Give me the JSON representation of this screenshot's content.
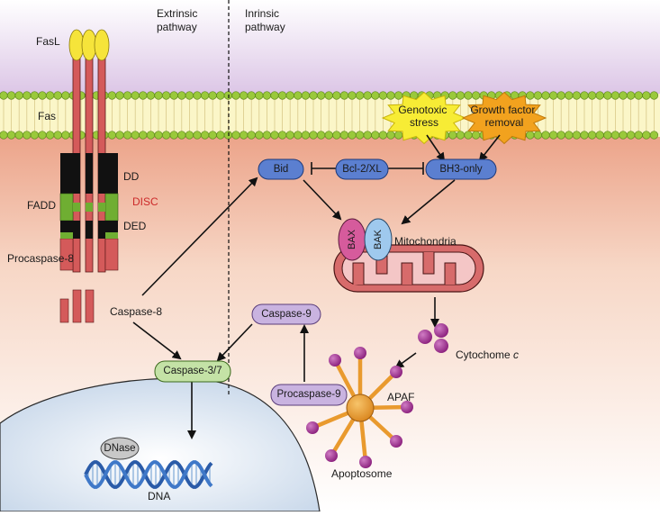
{
  "labels": {
    "fasl": "FasL",
    "fas": "Fas",
    "extrinsic": [
      "Extrinsic",
      "pathway"
    ],
    "intrinsic": [
      "Inrinsic",
      "pathway"
    ],
    "dd": "DD",
    "fadd": "FADD",
    "disc": "DISC",
    "ded": "DED",
    "procaspase8": "Procaspase-8",
    "caspase8": "Caspase-8",
    "genotoxic": [
      "Genotoxic",
      "stress"
    ],
    "growth": [
      "Growth factor",
      "removal"
    ],
    "bid": "Bid",
    "bcl2": "Bcl-2/XL",
    "bh3": "BH3-only",
    "bax": "BAX",
    "bak": "BAK",
    "mitochondria": "Mitochondria",
    "caspase9": "Caspase-9",
    "cytochrome": "Cytochome ",
    "cytochrome_c": "c",
    "caspase37": "Caspase-3/7",
    "procaspase9": "Procaspase-9",
    "apaf": "APAF",
    "apoptosome": "Apoptosome",
    "dnase": "DNase",
    "dna": "DNA"
  },
  "colors": {
    "membrane_band": "#fbf6c8",
    "lipid_head": "#9ac93b",
    "lipid_head_stroke": "#5f8a1e",
    "receptor_red": "#d45a5a",
    "fasl_yellow": "#f6e43a",
    "domain_black": "#111111",
    "domain_green": "#6fae32",
    "node_blue": "#5b7fd0",
    "node_purple": "#c9b3e0",
    "caspase37_green": "#c4e2a6",
    "bax_pink": "#d65b9c",
    "bak_lightblue": "#9fc9ee",
    "mito_red": "#d76b6b",
    "cyto_purple": "#a0338e",
    "apaf_orange": "#e99a2e",
    "starburst_yellow": "#f7ec35",
    "nucleus_blue": "#c9d8ea",
    "disc_red": "#cc2a2a"
  }
}
